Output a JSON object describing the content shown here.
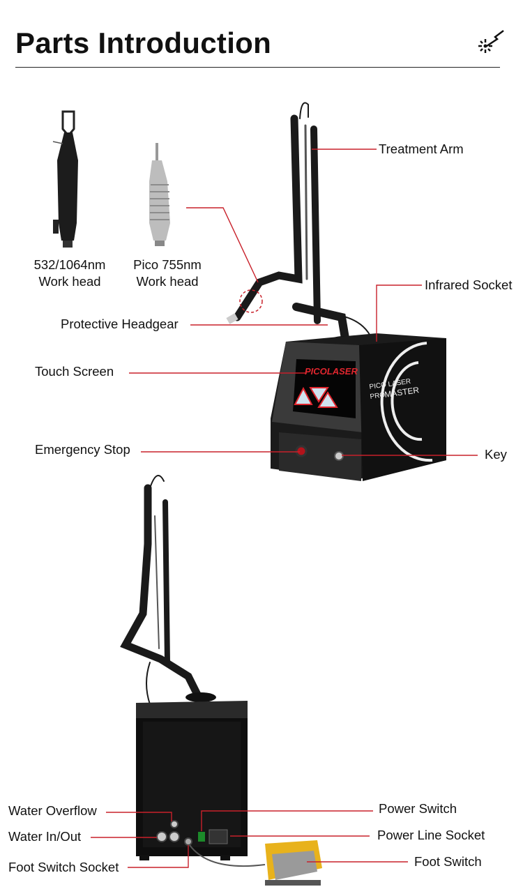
{
  "header": {
    "title": "Parts Introduction",
    "icon": "laser-spark-icon"
  },
  "work_heads": [
    {
      "line1": "532/1064nm",
      "line2": "Work head"
    },
    {
      "line1": "Pico 755nm",
      "line2": "Work head"
    }
  ],
  "machine_front": {
    "screen_logo": "PICOLASER",
    "brand_line1": "PICO LASER",
    "brand_pro": "PRO",
    "brand_master": "MASTER",
    "labels": {
      "treatment_arm": "Treatment Arm",
      "infrared_socket": "Infrared Socket",
      "protective_headgear": "Protective Headgear",
      "touch_screen": "Touch Screen",
      "emergency_stop": "Emergency Stop",
      "key": "Key"
    }
  },
  "machine_back": {
    "labels": {
      "water_overflow": "Water Overflow",
      "water_in_out": "Water In/Out",
      "foot_switch_socket": "Foot Switch Socket",
      "power_switch": "Power Switch",
      "power_line_socket": "Power Line Socket",
      "foot_switch": "Foot Switch"
    }
  },
  "colors": {
    "leader_line": "#c8202a",
    "machine_body": "#1a1a1a",
    "screen_accent": "#e0262e",
    "foot_switch": "#e8b21c"
  }
}
